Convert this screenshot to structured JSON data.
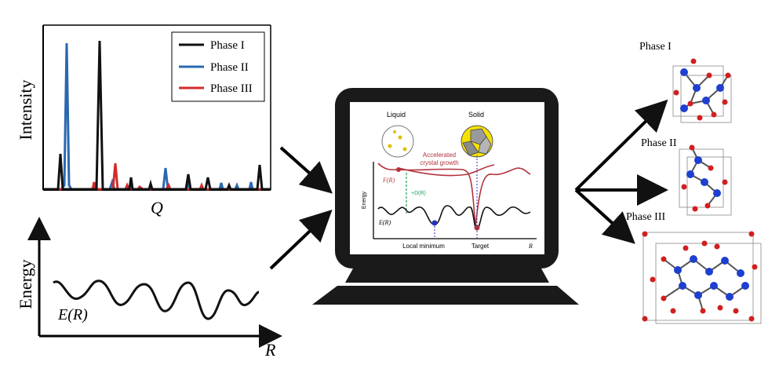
{
  "xrd": {
    "ylabel": "Intensity",
    "xlabel": "Q",
    "legend": [
      {
        "name": "Phase I",
        "color": "#111111"
      },
      {
        "name": "Phase II",
        "color": "#2a68b0"
      },
      {
        "name": "Phase III",
        "color": "#d42b2b"
      }
    ]
  },
  "landscape": {
    "ylabel": "Energy",
    "curve_label": "E(R)",
    "xlabel": "R"
  },
  "screen": {
    "liquid": "Liquid",
    "solid": "Solid",
    "annotation_line1": "Accelerated",
    "annotation_line2": "crystal growth",
    "f_label": "F(R)",
    "d_label": "+D(R)",
    "e_label": "E(R)",
    "energy_axis": "Energy",
    "local_minimum": "Local minimum",
    "target": "Target",
    "r_axis": "R"
  },
  "phases": {
    "phase1": "Phase I",
    "phase2": "Phase II",
    "phase3": "Phase III"
  },
  "colors": {
    "atom_red": "#d11f1f",
    "atom_blue": "#1e3fcf",
    "accent_red": "#b3323c",
    "accent_green": "#1ea35a"
  }
}
